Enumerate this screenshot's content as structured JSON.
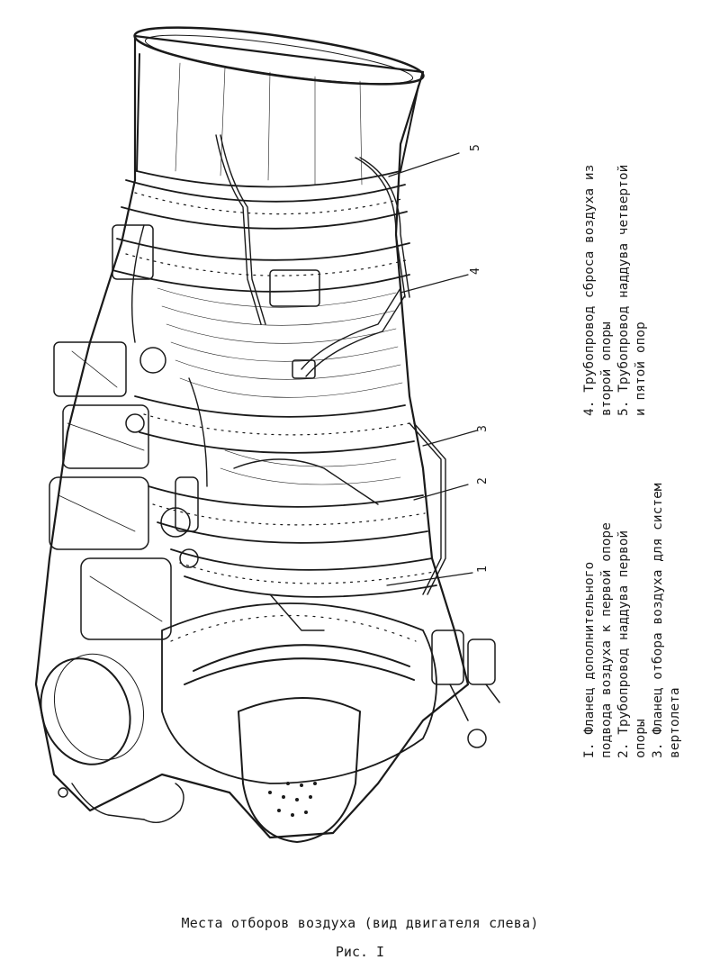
{
  "callouts": [
    "1",
    "2",
    "3",
    "4",
    "5"
  ],
  "legend": {
    "column_a": [
      "I. Фланец дополнительного",
      "   подвода воздуха к первой опоре",
      "2. Трубопровод наддува первой",
      "   опоры",
      "3. Фланец отбора воздуха для систем",
      "   вертолета"
    ],
    "column_b": [
      "4. Трубопровод сброса воздуха из",
      "   второй опоры",
      "5. Трубопровод наддува четвертой",
      "   и пятой опор"
    ]
  },
  "caption": "Места отборов воздуха (вид двигателя слева)",
  "figure_label": "Рис. I"
}
